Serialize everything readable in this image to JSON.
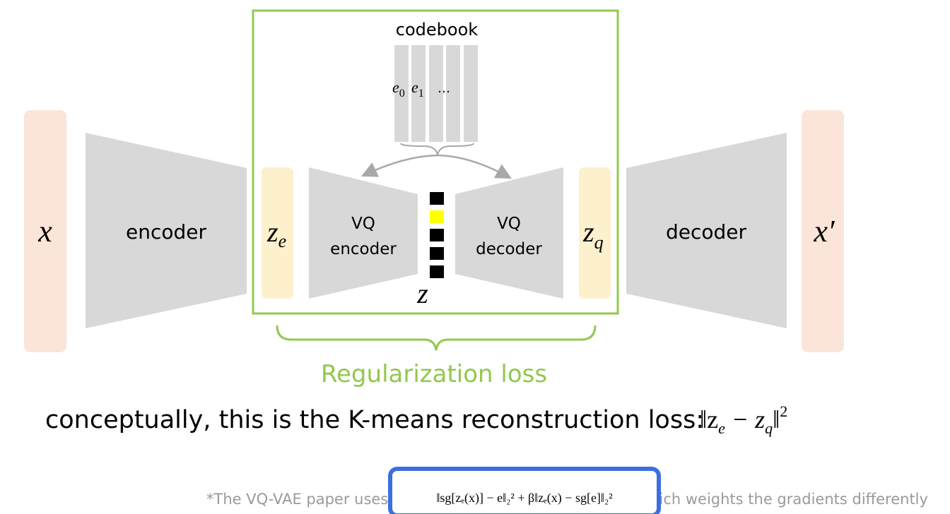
{
  "codebook": {
    "title": "codebook",
    "entries": [
      "e",
      "e",
      "…"
    ],
    "entry_subscripts": [
      "0",
      "1"
    ]
  },
  "blocks": {
    "input": {
      "symbol": "x"
    },
    "encoder": {
      "label": "encoder"
    },
    "z_e": {
      "symbol": "z",
      "subscript": "e"
    },
    "vq_encoder": {
      "line1": "VQ",
      "line2": "encoder"
    },
    "z": {
      "symbol": "z"
    },
    "vq_decoder": {
      "line1": "VQ",
      "line2": "decoder"
    },
    "z_q": {
      "symbol": "z",
      "subscript": "q"
    },
    "decoder": {
      "label": "decoder"
    },
    "output": {
      "symbol": "x′"
    }
  },
  "z_vector": {
    "cells": 5,
    "highlighted_index": 1
  },
  "regularization": {
    "label": "Regularization loss"
  },
  "caption": {
    "text": "conceptually, this is the K-means reconstruction loss:",
    "formula_main": "‖z",
    "formula_e": "e",
    "formula_mid": " − z",
    "formula_q": "q",
    "formula_end": "‖",
    "formula_sup": "2"
  },
  "footnote": {
    "prefix": "*The VQ-VAE paper uses",
    "formula": "‖sg[zₑ(x)] − e‖₂² + β‖zₑ(x) − sg[e]‖₂²",
    "suffix": "which weights the gradients differently"
  },
  "colors": {
    "input_output": "#fbe5d8",
    "network": "#d8d8d8",
    "latent": "#fdf0cd",
    "green": "#92c84e",
    "blue": "#3b6fe0",
    "highlight": "#ffff00",
    "cell": "#000000",
    "arrow": "#a8a8a8",
    "footnote_text": "#9a9a9a"
  }
}
